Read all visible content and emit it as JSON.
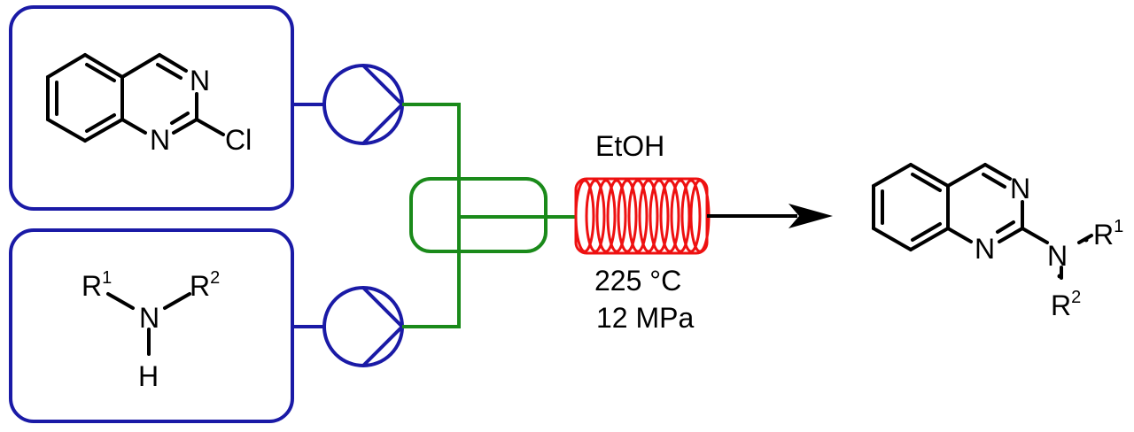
{
  "colors": {
    "reservoir": "#1a1aa6",
    "pump": "#1a1aa6",
    "mixer": "#1a8a1a",
    "coil": "#ee1111",
    "bond": "#000000"
  },
  "reservoir_1": {
    "compound": "2-chloroquinazoline",
    "atoms": {
      "n3": "N",
      "n1": "N",
      "cl": "Cl"
    }
  },
  "reservoir_2": {
    "compound": "amine",
    "atoms": {
      "n": "N",
      "h": "H",
      "r1": "R",
      "r1_sup": "1",
      "r2": "R",
      "r2_sup": "2"
    }
  },
  "pumps": [
    {
      "icon": "pump-icon"
    },
    {
      "icon": "pump-icon"
    }
  ],
  "reactor": {
    "icon": "coil-reactor-icon",
    "solvent": "EtOH",
    "temperature": "225 °C",
    "pressure": "12 MPa"
  },
  "product": {
    "compound": "2-aminoquinazoline",
    "atoms": {
      "n3": "N",
      "n1": "N",
      "n_amine": "N",
      "r1": "R",
      "r1_sup": "1",
      "r2": "R",
      "r2_sup": "2"
    }
  },
  "arrow": {
    "icon": "reaction-arrow-icon"
  }
}
